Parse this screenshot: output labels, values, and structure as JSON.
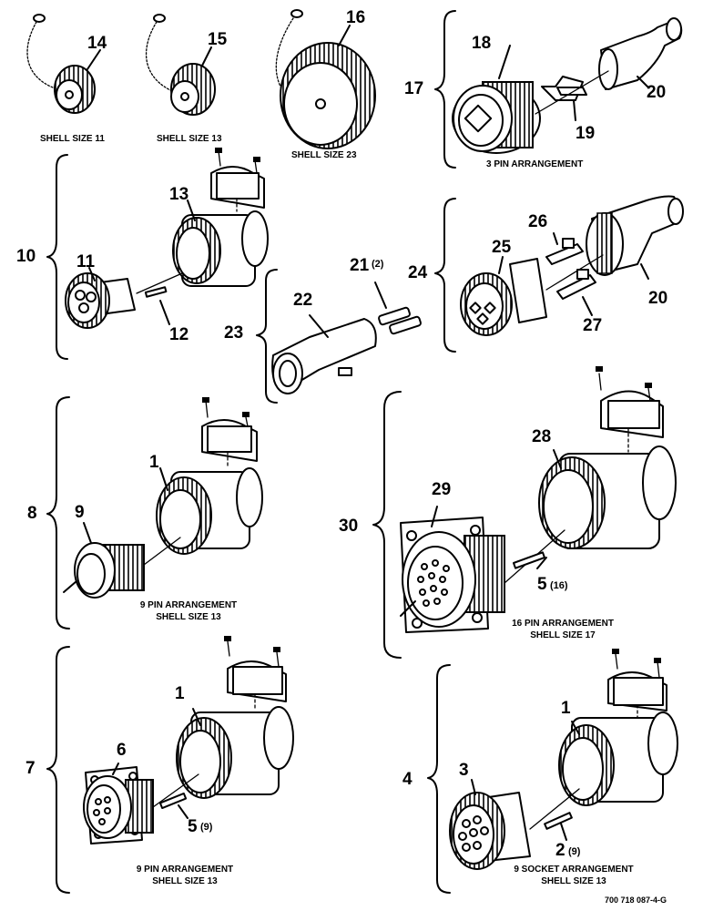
{
  "callouts": {
    "c14": "14",
    "c15": "15",
    "c16": "16",
    "c17": "17",
    "c18": "18",
    "c19": "19",
    "c20a": "20",
    "c10": "10",
    "c11": "11",
    "c12": "12",
    "c13": "13",
    "c21": "21",
    "c21q": "(2)",
    "c22": "22",
    "c23": "23",
    "c24": "24",
    "c25": "25",
    "c26": "26",
    "c27": "27",
    "c20b": "20",
    "c8": "8",
    "c9": "9",
    "c1a": "1",
    "c30": "30",
    "c29": "29",
    "c28": "28",
    "c5a": "5",
    "c5aq": "(16)",
    "c7": "7",
    "c6": "6",
    "c1b": "1",
    "c5b": "5",
    "c5bq": "(9)",
    "c4": "4",
    "c3": "3",
    "c1c": "1",
    "c2": "2",
    "c2q": "(9)"
  },
  "captions": {
    "shell11": "SHELL SIZE 11",
    "shell13": "SHELL SIZE 13",
    "shell23": "SHELL SIZE 23",
    "pin3": "3 PIN ARRANGEMENT",
    "pin9_l1": "9 PIN ARRANGEMENT",
    "pin9_l2": "SHELL SIZE 13",
    "pin16_l1": "16 PIN ARRANGEMENT",
    "pin16_l2": "SHELL SIZE 17",
    "pin9b_l1": "9 PIN ARRANGEMENT",
    "pin9b_l2": "SHELL SIZE 13",
    "sock9_l1": "9 SOCKET ARRANGEMENT",
    "sock9_l2": "SHELL SIZE 13"
  },
  "figure_id": "700 718 087-4-G"
}
